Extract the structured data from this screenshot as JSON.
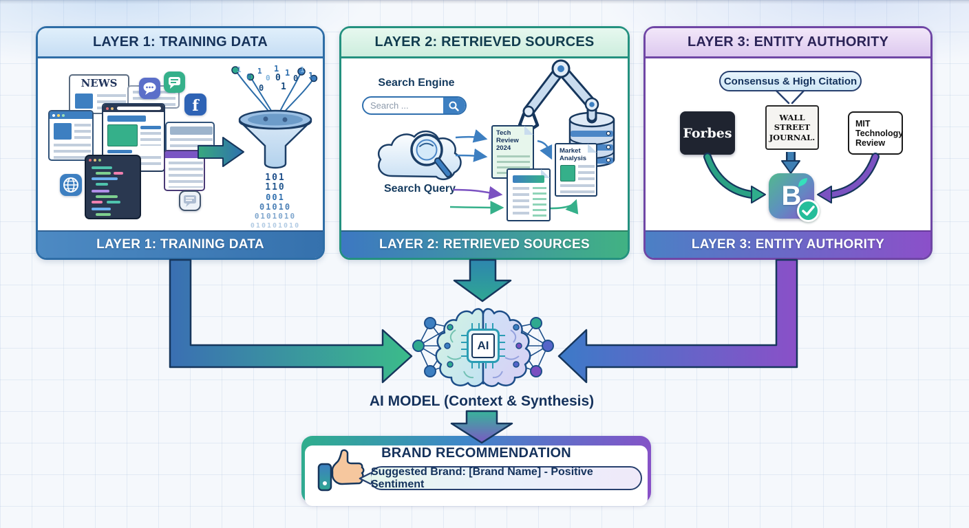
{
  "panels": {
    "layer1": {
      "header": "LAYER 1: TRAINING DATA",
      "footer": "LAYER 1: TRAINING DATA",
      "news_label": "NEWS",
      "facebook_letter": "f",
      "input_bits": [
        "1",
        "0",
        "1",
        "0",
        "1",
        "0",
        "1",
        "0",
        "1",
        "1",
        "0",
        "1"
      ],
      "output_bits": [
        "101",
        "110",
        "001",
        "01010",
        "0101010",
        "010101010"
      ]
    },
    "layer2": {
      "header": "LAYER 2: RETRIEVED SOURCES",
      "footer": "LAYER 2: RETRIEVED SOURCES",
      "search_engine_label": "Search Engine",
      "search_placeholder": "Search ...",
      "search_query_label": "Search Query",
      "doc_tech_review": "Tech\nReview\n2024",
      "doc_market_analysis": "Market\nAnalysis"
    },
    "layer3": {
      "header": "LAYER 3: ENTITY AUTHORITY",
      "footer": "LAYER 3: ENTITY AUTHORITY",
      "consensus_label": "Consensus & High Citation",
      "source_forbes": "Forbes",
      "source_wsj": "WALL STREET\nJOURNAL.",
      "source_mit": "MIT\nTechnology\nReview",
      "brand_letter": "B"
    }
  },
  "center": {
    "chip_label": "AI",
    "model_label": "AI MODEL (Context & Synthesis)"
  },
  "output": {
    "title": "BRAND RECOMMENDATION",
    "suggestion": "Suggested Brand: [Brand Name] - Positive Sentiment"
  },
  "colors": {
    "layer1_accent": "#2e6da6",
    "layer2_accent": "#24917f",
    "layer3_accent": "#6f46a5",
    "arrow_blue": "#3a6fb3",
    "arrow_green": "#3bbc8a",
    "arrow_purple": "#8a50c8",
    "check_green": "#25bd9a"
  }
}
